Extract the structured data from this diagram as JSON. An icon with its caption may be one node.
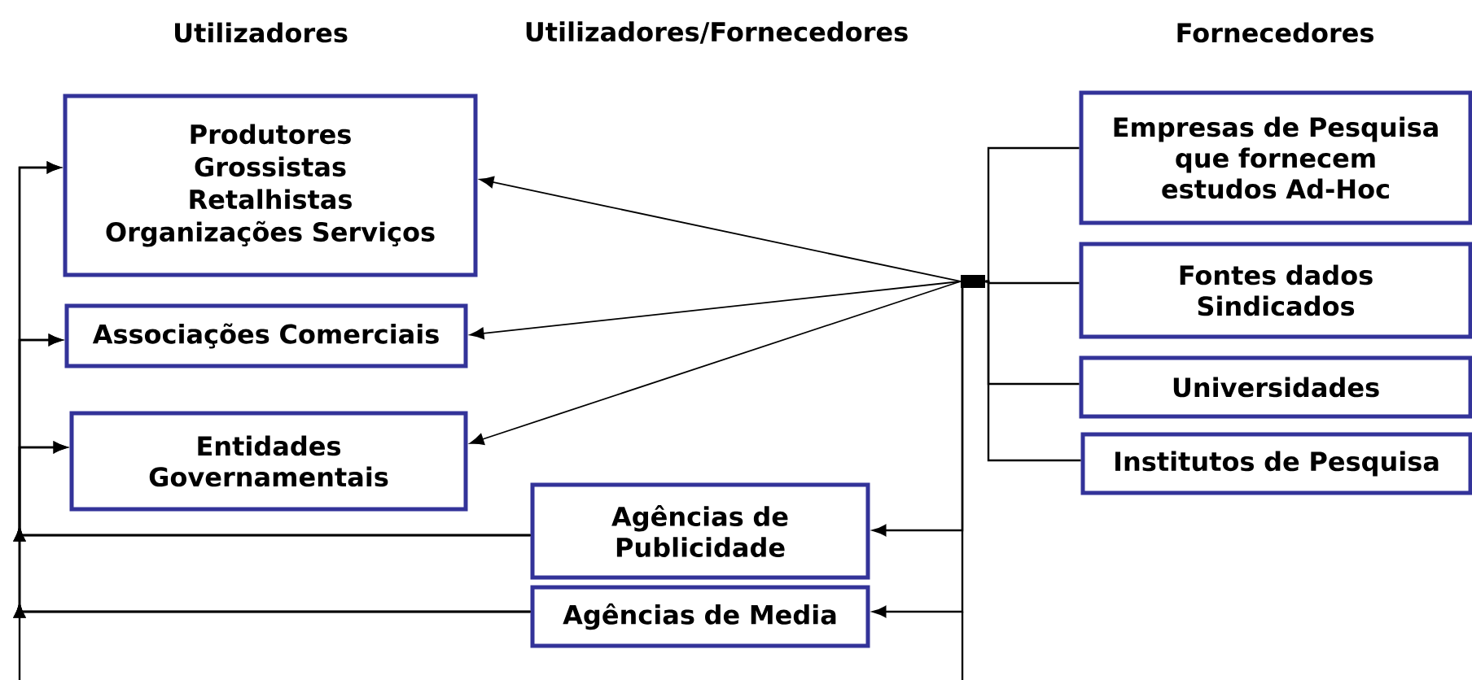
{
  "diagram": {
    "nodes": [
      {
        "text": [
          "Produtores",
          "Grossistas",
          "Retalhistas",
          "Organizações Serviços"
        ]
      },
      {
        "text": [
          "Associações Comerciais"
        ]
      },
      {
        "text": [
          "Entidades Governamentais"
        ]
      },
      {
        "text": [
          "Agências de Publicidade"
        ]
      },
      {
        "text": [
          "Agências de Media"
        ]
      },
      {
        "text": [
          "Empresas de Pesquisa que fornecem estudos Ad-Hoc"
        ]
      },
      {
        "text": [
          "Fontes dados Sindicados"
        ]
      },
      {
        "text": [
          "Universidades"
        ]
      },
      {
        "text": [
          "Institutos de Pesquisa"
        ]
      },
      {
        "text": [],
        "shape": "bar"
      }
    ],
    "edges": [
      {
        "from": 5,
        "to": 9,
        "arrow": "none"
      },
      {
        "from": 6,
        "to": 9,
        "arrow": "none"
      },
      {
        "from": 7,
        "to": 9,
        "arrow": "none"
      },
      {
        "from": 8,
        "to": 9,
        "arrow": "none"
      },
      {
        "from": 9,
        "to": 0,
        "arrow": "to"
      },
      {
        "from": 9,
        "to": 1,
        "arrow": "to"
      },
      {
        "from": 9,
        "to": 2,
        "arrow": "to"
      },
      {
        "from": 9,
        "to": 3,
        "arrow": "to"
      },
      {
        "from": 9,
        "to": 4,
        "arrow": "to"
      },
      {
        "from": 3,
        "to": 0,
        "arrow": "to"
      },
      {
        "from": 3,
        "to": 1,
        "arrow": "to"
      },
      {
        "from": 3,
        "to": 2,
        "arrow": "to"
      },
      {
        "from": 4,
        "to": 0,
        "arrow": "to"
      },
      {
        "from": 4,
        "to": 1,
        "arrow": "to"
      },
      {
        "from": 4,
        "to": 2,
        "arrow": "to"
      }
    ],
    "labels": [
      "Utilizadores",
      "Utilizadores/Fornecedores",
      "Fornecedores"
    ]
  }
}
